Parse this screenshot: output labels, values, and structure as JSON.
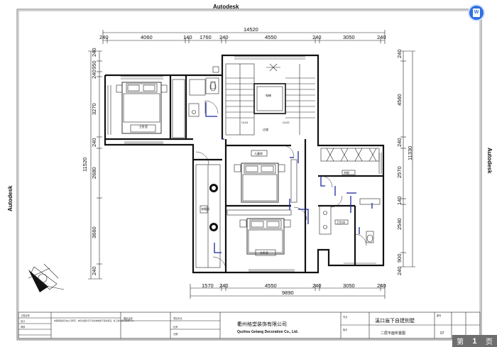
{
  "watermarks": {
    "top": "Autodesk",
    "left": "Autodesk",
    "right": "Autodesk"
  },
  "dims": {
    "top_total": "14520",
    "top": [
      "240",
      "4060",
      "140",
      "1760",
      "240",
      "4550",
      "240",
      "3050",
      "240"
    ],
    "bottom_total": "9890",
    "bottom": [
      "1570",
      "240",
      "4550",
      "240",
      "3050",
      "240"
    ],
    "left_total": "11520",
    "left": [
      "240",
      "950",
      "240",
      "3270",
      "240",
      "2680",
      "3660",
      "240"
    ],
    "right_total": "11330",
    "right": [
      "240",
      "4560",
      "240",
      "2570",
      "140",
      "2540",
      "900",
      "240"
    ]
  },
  "rooms": {
    "master": "主卧室",
    "elevator": "电梯",
    "hall": "过道",
    "bed2": "儿童房",
    "bed3": "次卧室",
    "laundry": "衣帽间",
    "bath": "卫生间",
    "study": "书房",
    "c1": "CL01",
    "c2": "CL02"
  },
  "title_block": {
    "company_cn": "衢州格堂装饰有限公司",
    "company_en": "Quzhou Getang Decoration Co., Ltd.",
    "project": "溪口庙下自建别墅",
    "drawing": "二层平面布置图",
    "sheet_no": "07",
    "note": "本图纸版权归本公司所有，未经书面许可不得复制或用于其他项目，施工前请核对现场尺寸。",
    "cells": [
      "工程名称",
      "设计",
      "审核",
      "图纸名称",
      "项目负责",
      "图号",
      "比例",
      "日期",
      "专业",
      "版次"
    ]
  },
  "pager": {
    "prefix": "第",
    "page": "1",
    "suffix": "页"
  }
}
